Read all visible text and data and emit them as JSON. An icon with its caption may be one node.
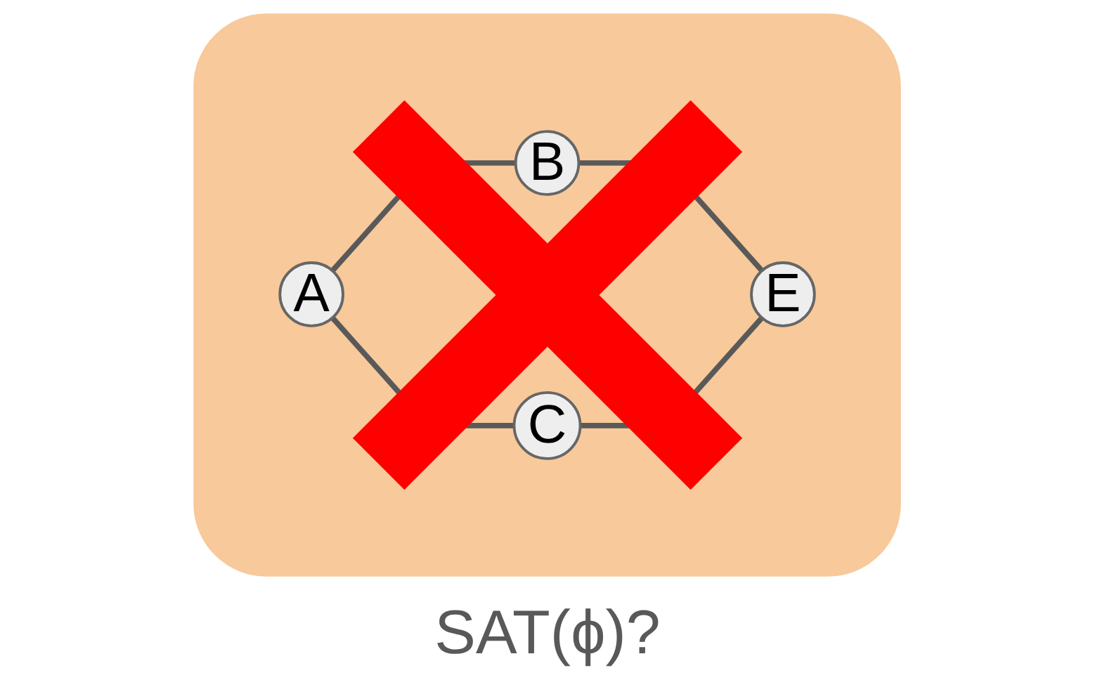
{
  "diagram": {
    "caption": "SAT(ϕ)?",
    "nodes": [
      {
        "text": [],
        "shape": "box"
      },
      {
        "text": [
          "A"
        ],
        "in": 0
      },
      {
        "text": [
          "B"
        ],
        "in": 0
      },
      {
        "text": [
          "C"
        ],
        "in": 0
      },
      {
        "text": [
          "E"
        ],
        "in": 0
      }
    ],
    "edges": [
      {
        "from": 1,
        "to": 2,
        "arrow": "none"
      },
      {
        "from": 1,
        "to": 3,
        "arrow": "none"
      },
      {
        "from": 2,
        "to": 4,
        "arrow": "none"
      },
      {
        "from": 3,
        "to": 4,
        "arrow": "none"
      }
    ]
  }
}
